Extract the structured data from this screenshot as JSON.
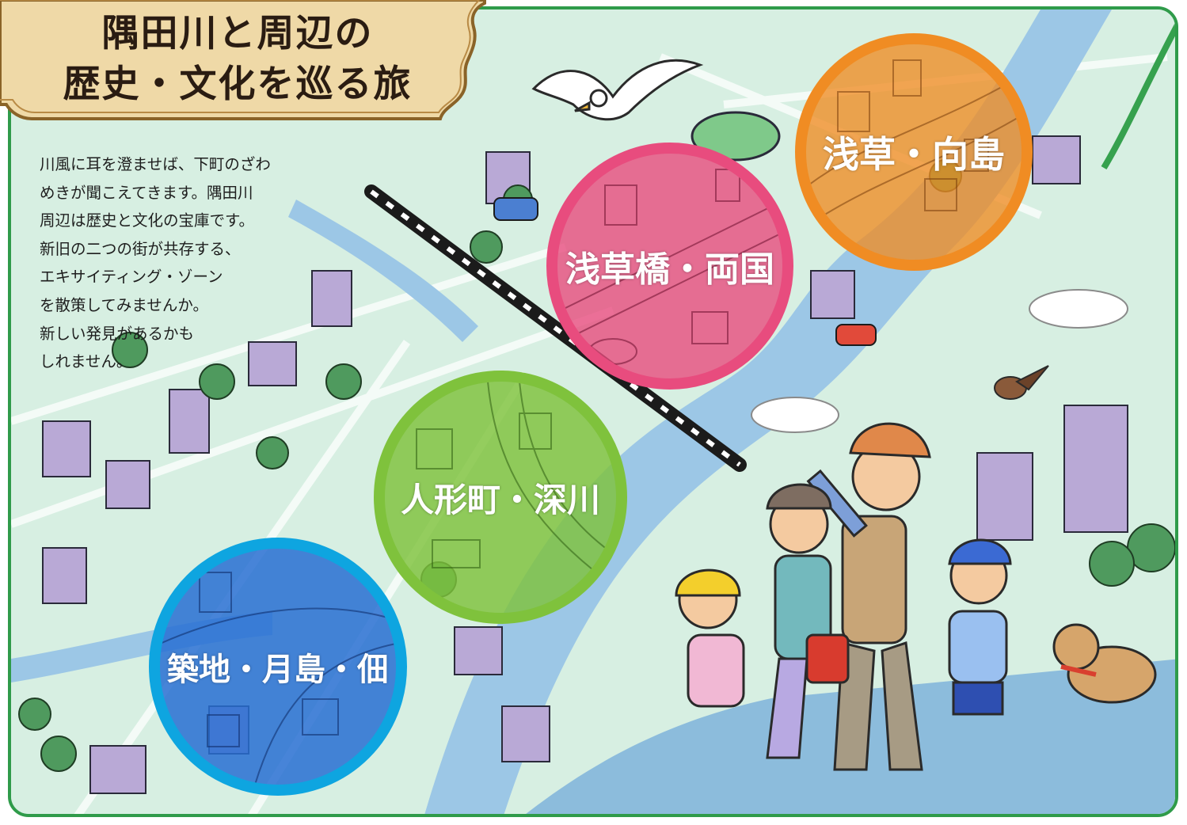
{
  "title": {
    "line1": "隅田川と周辺の",
    "line2": "歴史・文化を巡る旅"
  },
  "intro": {
    "lines": [
      "川風に耳を澄ませば、下町のざわ",
      "めきが聞こえてきます。隅田川",
      "周辺は歴史と文化の宝庫です。",
      "新旧の二つの街が共存する、",
      "エキサイティング・ゾーン",
      "を散策してみませんか。",
      "新しい発見があるかも",
      "しれません。"
    ]
  },
  "districts": {
    "asakusa_mukojima": {
      "label": "浅草・向島",
      "color": "#f08c23"
    },
    "asakusabashi_ryogoku": {
      "label": "浅草橋・両国",
      "color": "#e84c7e"
    },
    "ningyocho_fukagawa": {
      "label": "人形町・深川",
      "color": "#7fc23c"
    },
    "tsukiji_tsukishima_tsukuda": {
      "label": "築地・月島・佃",
      "color": "#0ea5e0"
    }
  },
  "colors": {
    "frame": "#2f9b4a",
    "map_background": "#d7efe2",
    "plaque_fill": "#efd9a7",
    "plaque_border": "#8a6328",
    "river": "#9cc7e6"
  }
}
